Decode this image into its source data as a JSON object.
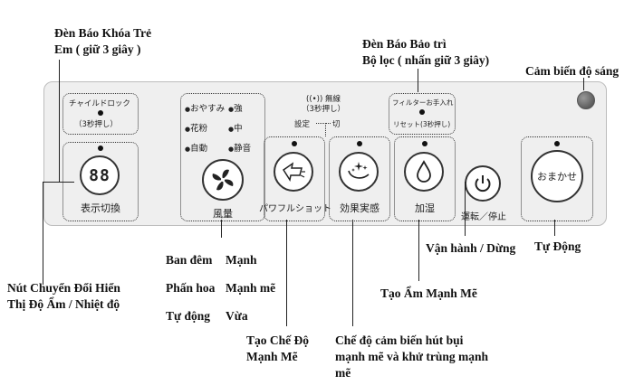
{
  "annotations": {
    "child_lock": [
      "Đèn Báo Khóa Trẻ",
      "Em ( giữ 3 giây )"
    ],
    "filter": [
      "Đèn Báo Bảo trì",
      "Bộ lọc ( nhấn giữ 3 giây)"
    ],
    "sensor": "Cảm biến độ sáng",
    "display_switch": [
      "Nút Chuyển Đổi Hiển",
      "Thị Độ Ẩm / Nhiệt độ"
    ],
    "fan_modes": [
      {
        "mode": "Ban đêm",
        "level": "Mạnh"
      },
      {
        "mode": "Phấn hoa",
        "level": "Mạnh mẽ"
      },
      {
        "mode": "Tự động",
        "level": "Vừa"
      }
    ],
    "power_mode": [
      "Tạo Chế Độ",
      "Mạnh Mẽ"
    ],
    "effect_mode": [
      "Chế độ cảm biến hút bụi",
      "mạnh mẽ và khử trùng mạnh",
      "mẽ"
    ],
    "humidify": "Tạo Ẩm Mạnh Mẽ",
    "power": "Vận hành / Dừng",
    "auto": "Tự Động"
  },
  "panel": {
    "child_lock": {
      "line1": "チャイルドロック",
      "line2": "（3秒押し）"
    },
    "display_button": {
      "digits": "88",
      "label": "表示切換"
    },
    "fan_options": [
      "おやすみ",
      "強",
      "花粉",
      "中",
      "自動",
      "静音"
    ],
    "fan_label": "風量",
    "wireless": {
      "line1": "無線",
      "line2": "（3秒押し）",
      "left": "設定",
      "right": "切"
    },
    "power_mode_label": "パワフルショット",
    "effect_label": "効果実感",
    "filter": {
      "line1": "フィルターお手入れ",
      "line2": "リセット(3秒押し)"
    },
    "humidify_label": "加湿",
    "power_label": "運転／停止",
    "auto_label": "おまかせ"
  }
}
